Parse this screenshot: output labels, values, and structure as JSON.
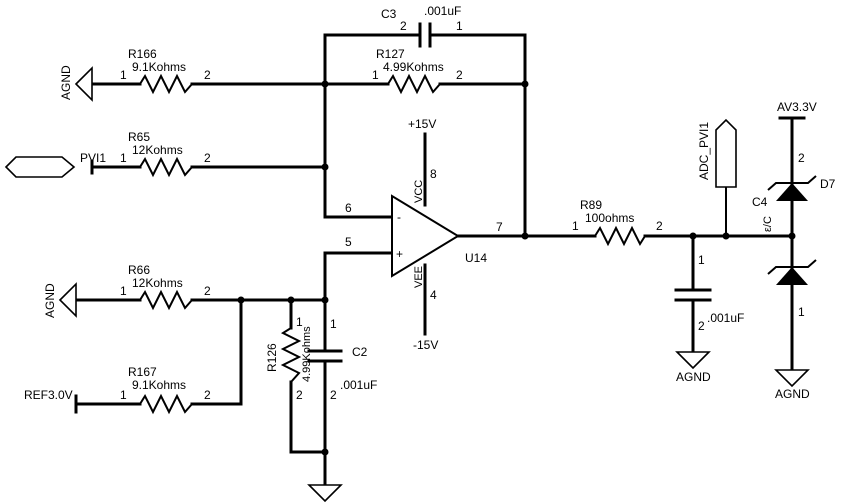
{
  "nets": {
    "agnd": "AGND",
    "pvi1": "PVI1",
    "adc_pvi1": "ADC_PVI1",
    "ref": "REF3.0V",
    "av33": "AV3.3V",
    "p15": "+15V",
    "n15": "-15V"
  },
  "parts": {
    "r166": {
      "ref": "R166",
      "value": "9.1Kohms"
    },
    "r127": {
      "ref": "R127",
      "value": "4.99Kohms"
    },
    "c3": {
      "ref": "C3",
      "value": ".001uF"
    },
    "r65": {
      "ref": "R65",
      "value": "12Kohms"
    },
    "r66": {
      "ref": "R66",
      "value": "12Kohms"
    },
    "r167": {
      "ref": "R167",
      "value": "9.1Kohms"
    },
    "r126": {
      "ref": "R126",
      "value": "4.99Kohms"
    },
    "c2": {
      "ref": "C2",
      "value": ".001uF"
    },
    "u14": {
      "ref": "U14",
      "vcc": "VCC",
      "vee": "VEE",
      "minus": "-",
      "plus": "+"
    },
    "r89": {
      "ref": "R89",
      "value": "100ohms"
    },
    "c4": {
      "ref": "C4",
      "value": ".001uF",
      "tag": "ε/C"
    },
    "d7": {
      "ref": "D7"
    }
  },
  "pins": {
    "one": "1",
    "two": "2",
    "four": "4",
    "five": "5",
    "six": "6",
    "seven": "7",
    "eight": "8"
  }
}
